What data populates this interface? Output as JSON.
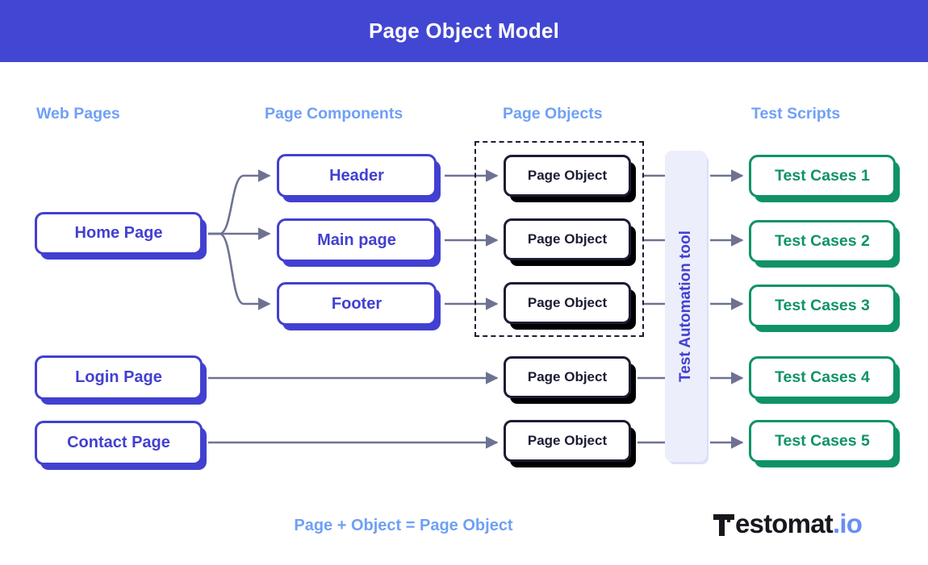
{
  "header": {
    "title": "Page Object Model",
    "background_color": "#4147d2",
    "text_color": "#ffffff"
  },
  "colors": {
    "accent_blue": "#4240d0",
    "header_label_blue": "#6fa0f5",
    "page_object_dark": "#1b1d33",
    "test_case_green": "#0f9366",
    "automation_bar_fill": "#eceefc",
    "connector_gray": "#6e7292",
    "logo_blue": "#6a8df5"
  },
  "columns": [
    {
      "id": "web-pages",
      "label": "Web Pages"
    },
    {
      "id": "page-components",
      "label": "Page Components"
    },
    {
      "id": "page-objects",
      "label": "Page Objects"
    },
    {
      "id": "test-scripts",
      "label": "Test Scripts"
    }
  ],
  "web_pages": [
    {
      "id": "home-page",
      "label": "Home Page"
    },
    {
      "id": "login-page",
      "label": "Login Page"
    },
    {
      "id": "contact-page",
      "label": "Contact Page"
    }
  ],
  "page_components": [
    {
      "id": "header",
      "label": "Header"
    },
    {
      "id": "main-page",
      "label": "Main page"
    },
    {
      "id": "footer",
      "label": "Footer"
    }
  ],
  "page_objects": [
    {
      "id": "page-object-1",
      "label": "Page Object"
    },
    {
      "id": "page-object-2",
      "label": "Page Object"
    },
    {
      "id": "page-object-3",
      "label": "Page Object"
    },
    {
      "id": "page-object-4",
      "label": "Page Object"
    },
    {
      "id": "page-object-5",
      "label": "Page Object"
    }
  ],
  "test_scripts": [
    {
      "id": "test-cases-1",
      "label": "Test Cases 1"
    },
    {
      "id": "test-cases-2",
      "label": "Test Cases 2"
    },
    {
      "id": "test-cases-3",
      "label": "Test Cases 3"
    },
    {
      "id": "test-cases-4",
      "label": "Test Cases 4"
    },
    {
      "id": "test-cases-5",
      "label": "Test Cases 5"
    }
  ],
  "automation_tool": {
    "label": "Test Automation tool"
  },
  "footer": {
    "equation": "Page + Object = Page Object"
  },
  "logo": {
    "name": "Testomat.io",
    "text": "estomat",
    "suffix": ".io"
  }
}
